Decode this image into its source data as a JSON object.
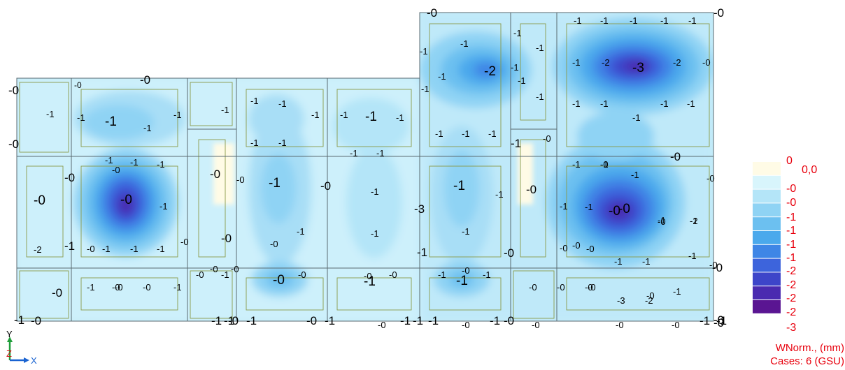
{
  "colors": {
    "scale": [
      "#fffbe6",
      "#d8f5fc",
      "#b4e5f8",
      "#8fd3f4",
      "#6cc0f0",
      "#4ba9ec",
      "#3f86e6",
      "#3d64dc",
      "#3d45c9",
      "#4a2bb0",
      "#5a1592"
    ],
    "text": "#000000",
    "legend_text": "#e8000d",
    "axis_y": "#1f9e3a",
    "axis_x": "#1a63d1",
    "axis_z": "#d01010",
    "grid": "#5a6a70",
    "panel": "#7f9a50"
  },
  "legend": {
    "values": [
      "0",
      "0,0",
      "-0",
      "-0",
      "-1",
      "-1",
      "-1",
      "-1",
      "-2",
      "-2",
      "-2",
      "-2",
      "-3"
    ],
    "caption_line1": "WNorm., (mm)",
    "caption_line2": "Cases: 6 (GSU)"
  },
  "axes": {
    "y": "Y",
    "x": "X",
    "z": "Z"
  },
  "value_labels": [
    "-0",
    "-0",
    "-0",
    "-0",
    "-0",
    "-0",
    "-0",
    "-0",
    "-0",
    "-0",
    "-0",
    "-0",
    "-1",
    "-1",
    "-1",
    "-1",
    "-1",
    "-1",
    "-1",
    "-1",
    "-1",
    "-1",
    "-1",
    "-1",
    "-1",
    "-1",
    "-1",
    "-1",
    "-1",
    "-1",
    "-1",
    "-1",
    "-2",
    "-1",
    "-1",
    "-1",
    "-1",
    "-1",
    "-1",
    "-1",
    "-1",
    "-1",
    "-1",
    "-1",
    "-1",
    "-1",
    "-1",
    "-2",
    "-3",
    "-2",
    "-0",
    "-1",
    "-1",
    "-1",
    "-1",
    "-1",
    "-1",
    "-0",
    "-1",
    "-1",
    "-1",
    "-1",
    "-1",
    "-1",
    "-1",
    "-1",
    "-1",
    "-1",
    "-1",
    "-1",
    "-1",
    "-1",
    "-1",
    "-1",
    "-1",
    "-0",
    "-0",
    "-1",
    "-1",
    "-1",
    "-1",
    "-1",
    "-1",
    "-1",
    "-2",
    "-1",
    "-0",
    "-0",
    "-0",
    "-0",
    "-3",
    "-1",
    "-0",
    "-0",
    "-0",
    "-0",
    "-0",
    "-1",
    "-0",
    "-0",
    "-1",
    "-0",
    "-1",
    "-1",
    "-1",
    "-0",
    "-1",
    "-0",
    "-0",
    "-1",
    "-0",
    "-0",
    "-0",
    "-0",
    "-0",
    "-0",
    "-2",
    "-3",
    "-2",
    "-1",
    "-0",
    "-0",
    "-1",
    "-1",
    "-0",
    "-0",
    "-1",
    "-1",
    "-1",
    "-0",
    "-0",
    "-0",
    "-0",
    "-0",
    "-0",
    "-0",
    "-0",
    "-0",
    "-0",
    "-0",
    "-1",
    "-1",
    "-1",
    "-0",
    "-1",
    "-1",
    "-1",
    "-0",
    "-0",
    "-0",
    "-0",
    "-0",
    "-0",
    "-0",
    "-0",
    "-0",
    "-0",
    "-0",
    "-0",
    "-0",
    "-0",
    "0"
  ]
}
